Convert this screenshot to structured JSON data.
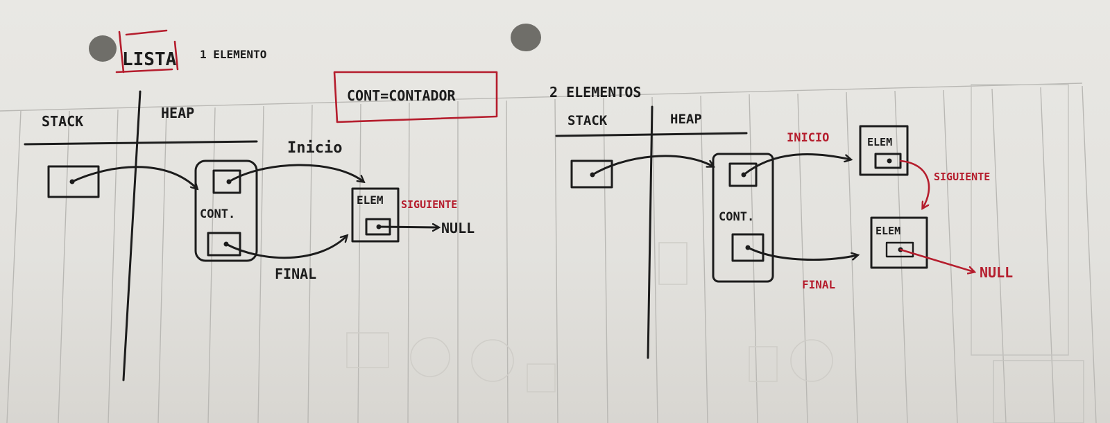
{
  "title": "LISTA",
  "left_panel": {
    "caption": "1 ELEMENTO",
    "stack_label": "STACK",
    "heap_label": "HEAP",
    "counter_label": "CONT.",
    "element_label": "ELEM",
    "inicio_label": "Inicio",
    "final_label": "FINAL",
    "siguiente_label": "SIGUIENTE",
    "null_label": "NULL"
  },
  "legend": {
    "text": "CONT=CONTADOR"
  },
  "right_panel": {
    "caption": "2 ELEMENTOS",
    "stack_label": "STACK",
    "heap_label": "HEAP",
    "counter_label": "CONT.",
    "element1_label": "ELEM",
    "element2_label": "ELEM",
    "inicio_label": "INICIO",
    "final_label": "FINAL",
    "siguiente_label": "SIGUIENTE",
    "null_label": "NULL"
  },
  "colors": {
    "ink": "#1c1c1c",
    "red_ink": "#b51d2d",
    "paper": "#e6e5e1",
    "rule": "#b9b8b4"
  }
}
